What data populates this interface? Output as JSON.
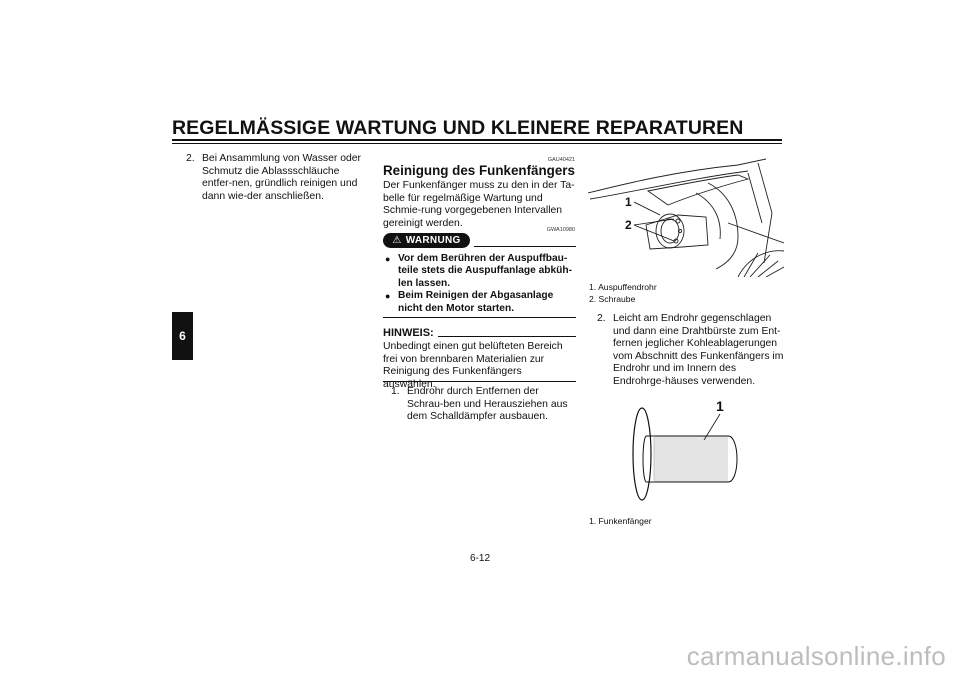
{
  "header": {
    "title": "REGELMÄSSIGE WARTUNG UND KLEINERE REPARATUREN"
  },
  "chapter_tab": "6",
  "column1": {
    "step": {
      "num": "2.",
      "text": "Bei Ansammlung von Wasser oder Schmutz die Ablassschläuche entfer-nen, gründlich reinigen und dann wie-der anschließen."
    }
  },
  "column2": {
    "section_code": "GAU40421",
    "section_title": "Reinigung des Funkenfängers",
    "intro": "Der Funkenfänger muss zu den in der Ta-belle für regelmäßige Wartung und Schmie-rung vorgegebenen Intervallen gereinigt werden.",
    "warning_code": "GWA10980",
    "warning_label": "WARNUNG",
    "warnings": [
      "Vor dem Berühren der Auspuffbau-teile stets die Auspuffanlage abküh-len lassen.",
      "Beim Reinigen der Abgasanlage nicht den Motor starten."
    ],
    "hinweis_label": "HINWEIS:",
    "hinweis_text": "Unbedingt einen gut belüfteten Bereich frei von brennbaren Materialien zur Reinigung des Funkenfängers auswählen.",
    "step": {
      "num": "1.",
      "text": "Endrohr durch Entfernen der Schrau-ben und Herausziehen aus dem Schalldämpfer ausbauen."
    }
  },
  "column3": {
    "figure1": {
      "callouts": [
        "1",
        "2"
      ],
      "legend": [
        "1. Auspuffendrohr",
        "2. Schraube"
      ]
    },
    "step": {
      "num": "2.",
      "text": "Leicht am Endrohr gegenschlagen und dann eine Drahtbürste zum Ent-fernen jeglicher Kohleablagerungen vom Abschnitt des Funkenfängers im Endrohr und im Innern des Endrohrge-häuses verwenden."
    },
    "figure2": {
      "callout": "1",
      "legend": "1. Funkenfänger"
    }
  },
  "footer": {
    "page_number": "6-12"
  },
  "watermark": "carmanualsonline.info"
}
